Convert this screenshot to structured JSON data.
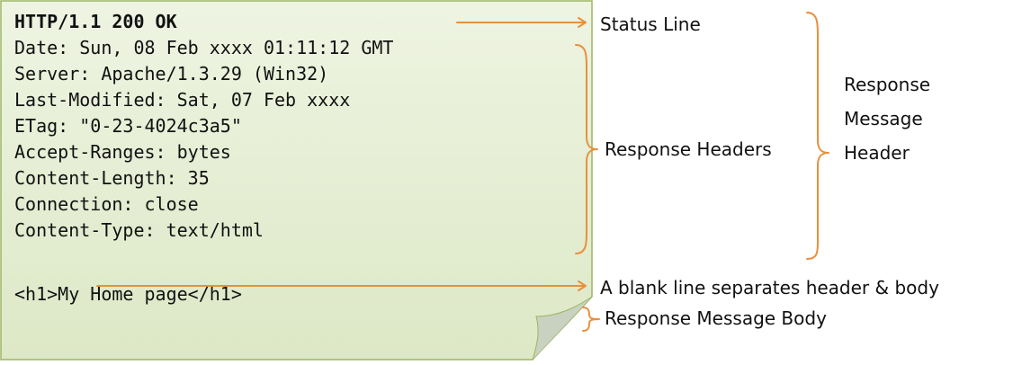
{
  "response_lines": {
    "status_line": "HTTP/1.1 200 OK",
    "headers": [
      "Date: Sun, 08 Feb xxxx 01:11:12 GMT",
      "Server: Apache/1.3.29 (Win32)",
      "Last-Modified: Sat, 07 Feb xxxx",
      "ETag: \"0-23-4024c3a5\"",
      "Accept-Ranges: bytes",
      "Content-Length: 35",
      "Connection: close",
      "Content-Type: text/html"
    ],
    "body": "<h1>My Home page</h1>"
  },
  "annotations": {
    "status_line": "Status Line",
    "response_headers": "Response Headers",
    "blank_line": "A blank line separates header & body",
    "message_body": "Response Message Body",
    "message_header": [
      "Response",
      "Message",
      "Header"
    ]
  },
  "colors": {
    "note_fill": "#e8efd9",
    "note_border": "#9bb564",
    "note_fold": "#c9d1c0",
    "annotation_line": "#e8903c"
  }
}
